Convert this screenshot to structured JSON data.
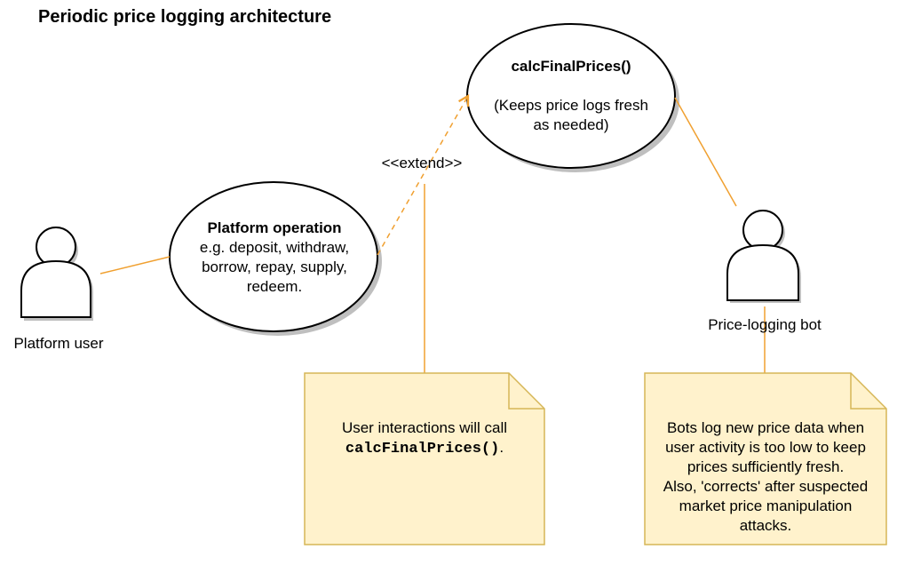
{
  "title": "Periodic price logging architecture",
  "actors": {
    "user": {
      "label": "Platform user"
    },
    "bot": {
      "label": "Price-logging bot"
    }
  },
  "use_cases": {
    "operation": {
      "title": "Platform operation",
      "lines": [
        "e.g. deposit, withdraw,",
        "borrow, repay, supply,",
        "redeem."
      ]
    },
    "calc": {
      "title": "calcFinalPrices()",
      "lines": [
        "(Keeps price logs fresh",
        "as needed)"
      ]
    }
  },
  "relations": {
    "extend_label": "<<extend>>"
  },
  "notes": {
    "user_note": {
      "line1": "User interactions will call",
      "code": "calcFinalPrices()",
      "suffix": "."
    },
    "bot_note": {
      "lines": [
        "Bots log new price data when",
        "user activity is too low to keep",
        "prices sufficiently fresh.",
        "Also, 'corrects' after suspected",
        "market price manipulation",
        "attacks."
      ]
    }
  },
  "colors": {
    "connector": "#f0a030",
    "note_fill": "#fff2cc",
    "note_border": "#d6b656",
    "shadow": "#bfbfbf"
  }
}
